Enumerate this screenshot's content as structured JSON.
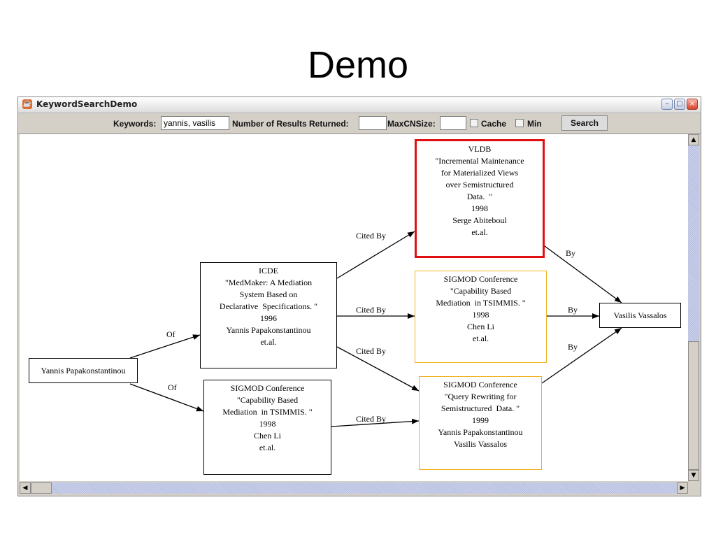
{
  "slide": {
    "title": "Demo"
  },
  "window": {
    "title": "KeywordSearchDemo",
    "icon": "java-cup-icon"
  },
  "toolbar": {
    "keywords_label": "Keywords:",
    "keywords_value": "yannis, vasilis",
    "results_label": "Number of Results Returned:",
    "results_value": "",
    "maxcn_label": "MaxCNSize:",
    "maxcn_value": "",
    "cache_label": "Cache",
    "cache_checked": false,
    "min_label": "Min",
    "min_checked": false,
    "search_label": "Search"
  },
  "graph": {
    "nodes": [
      {
        "id": "yannis",
        "style": "plain",
        "lines": [
          "Yannis Papakonstantinou"
        ]
      },
      {
        "id": "icde",
        "style": "plain",
        "lines": [
          "ICDE",
          "\"MedMaker: A Mediation",
          "System Based on",
          "Declarative  Specifications. \"",
          "1996",
          "Yannis Papakonstantinou",
          "et.al."
        ]
      },
      {
        "id": "sigmod1",
        "style": "plain",
        "lines": [
          "SIGMOD Conference",
          "\"Capability Based",
          "Mediation  in TSIMMIS. \"",
          "1998",
          "Chen Li",
          "et.al."
        ]
      },
      {
        "id": "vldb",
        "style": "red",
        "lines": [
          "VLDB",
          "\"Incremental Maintenance",
          "for Materialized Views",
          "over Semistructured",
          "Data.  \"",
          "1998",
          "Serge Abiteboul",
          "et.al."
        ]
      },
      {
        "id": "sigmod2",
        "style": "yellow",
        "lines": [
          "SIGMOD Conference",
          "\"Capability Based",
          "Mediation  in TSIMMIS. \"",
          "1998",
          "Chen Li",
          "et.al."
        ]
      },
      {
        "id": "sigmod3",
        "style": "yellow",
        "lines": [
          "SIGMOD Conference",
          "\"Query Rewriting for",
          "Semistructured  Data. \"",
          "1999",
          "Yannis Papakonstantinou",
          "Vasilis Vassalos"
        ]
      },
      {
        "id": "vasilis",
        "style": "plain",
        "lines": [
          "Vasilis Vassalos"
        ]
      }
    ],
    "edges": [
      {
        "from": "yannis",
        "to": "icde",
        "label": "Of"
      },
      {
        "from": "yannis",
        "to": "sigmod1",
        "label": "Of"
      },
      {
        "from": "icde",
        "to": "vldb",
        "label": "Cited By"
      },
      {
        "from": "icde",
        "to": "sigmod2",
        "label": "Cited By"
      },
      {
        "from": "icde",
        "to": "sigmod3",
        "label": "Cited By"
      },
      {
        "from": "sigmod1",
        "to": "sigmod3",
        "label": "Cited By"
      },
      {
        "from": "vldb",
        "to": "vasilis",
        "label": "By"
      },
      {
        "from": "sigmod2",
        "to": "vasilis",
        "label": "By"
      },
      {
        "from": "sigmod3",
        "to": "vasilis",
        "label": "By"
      }
    ]
  }
}
